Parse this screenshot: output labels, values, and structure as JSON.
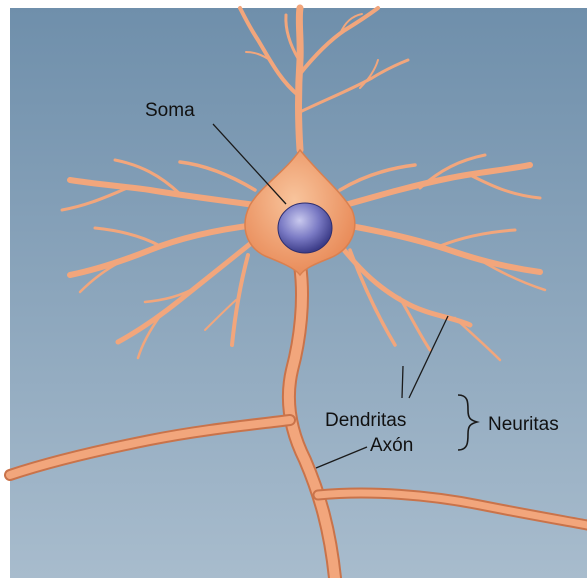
{
  "labels": {
    "soma": "Soma",
    "dendritas": "Dendritas",
    "axon": "Axón",
    "neuritas": "Neuritas"
  },
  "colors": {
    "background_top": "#6f8fab",
    "background_bottom": "#a8bccd",
    "neuron_fill": "#f2a67c",
    "neuron_stroke": "#c9734a",
    "nucleus_fill": "#6f6fb8",
    "leader_line": "#1a1a1a"
  }
}
